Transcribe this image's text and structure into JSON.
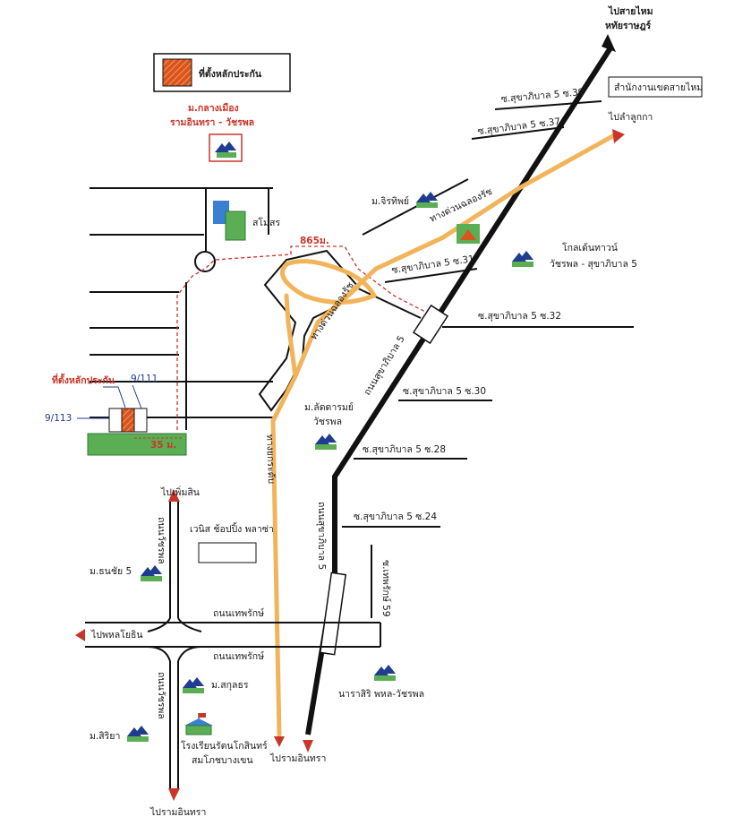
{
  "legend": {
    "label": "ที่ตั้งหลักประกัน"
  },
  "project": {
    "name": "ม.กลางเมือง",
    "sub": "รามอินทรา - วัชรพล"
  },
  "labels": {
    "sai_mai_ha": "ไปสายไหม",
    "ha": "หทัยราษฎร์",
    "district_office": "สำนักงานเขตสายไหม",
    "lam_luk_ka": "ไปลำลูกกา",
    "soi39": "ซ.สุขาภิบาล 5 ซ.39",
    "soi37": "ซ.สุขาภิบาล 5 ซ.37",
    "soi31": "ซ.สุขาภิบาล 5 ซ.31",
    "soi32": "ซ.สุขาภิบาล 5 ซ.32",
    "soi30": "ซ.สุขาภิบาล 5 ซ.30",
    "soi28": "ซ.สุขาภิบาล 5 ซ.28",
    "soi24": "ซ.สุขาภิบาล 5 ซ.24",
    "jirathip": "ม.จิรทิพย์",
    "golden_town_1": "โกลเด้นทาวน์",
    "golden_town_2": "วัชรพล - สุขาภิบาล 5",
    "lat_darom_1": "ม.ลัดดารมย์",
    "lat_darom_2": "วัชรพล",
    "club": "สโมสร",
    "dist_865": "865ม.",
    "loc_label": "ที่ตั้งหลักประกัน",
    "house_9_111": "9/111",
    "house_9_113": "9/113",
    "dist_35": "35 ม.",
    "exp_road_1": "ทางด่วนฉลองรัช",
    "exp_road_2": "ทางด่วนฉลองรัช",
    "exp_road_3": "ทางยกระดับ",
    "sukhaphiban5_1": "ถนนสุขาภิบาล 5",
    "sukhaphiban5_2": "ถนนสุขาภิบาล 5",
    "phum_sin": "ไปเพิ่มสิน",
    "watcharaphon_rd_1": "ถนนวัชรพล",
    "watcharaphon_rd_2": "ถนนวัชรพล",
    "venice": "เวนิส ช้อปปิ้ง พลาซ่า",
    "thanon_thep_1": "ถนนเทพรักษ์",
    "thanon_thep_2": "ถนนเทพรักษ์",
    "thanon_thep_59": "ซ.เทพรักษ์ 59",
    "thanachai": "ม.ธนชัย 5",
    "phahon": "ไปพหลโยธิน",
    "sakunthon": "ม.สกุลธร",
    "sirisa": "ม.สิริยา",
    "school_1": "โรงเรียนรัตนโกสินทร์",
    "school_2": "สมโภชบางเขน",
    "naratri": "นาราสิริ พหล-วัชรพล",
    "ram_intra_1": "ไปรามอินทรา",
    "ram_intra_2": "ไปรามอินทรา"
  },
  "colors": {
    "main_road": "#111111",
    "expressway": "#f2b45a",
    "route_dash": "#c8362a",
    "arrow": "#c8362a",
    "green_block": "#5cae55",
    "blue_block": "#3a7fd2",
    "legend_fill": "#d9541e"
  }
}
